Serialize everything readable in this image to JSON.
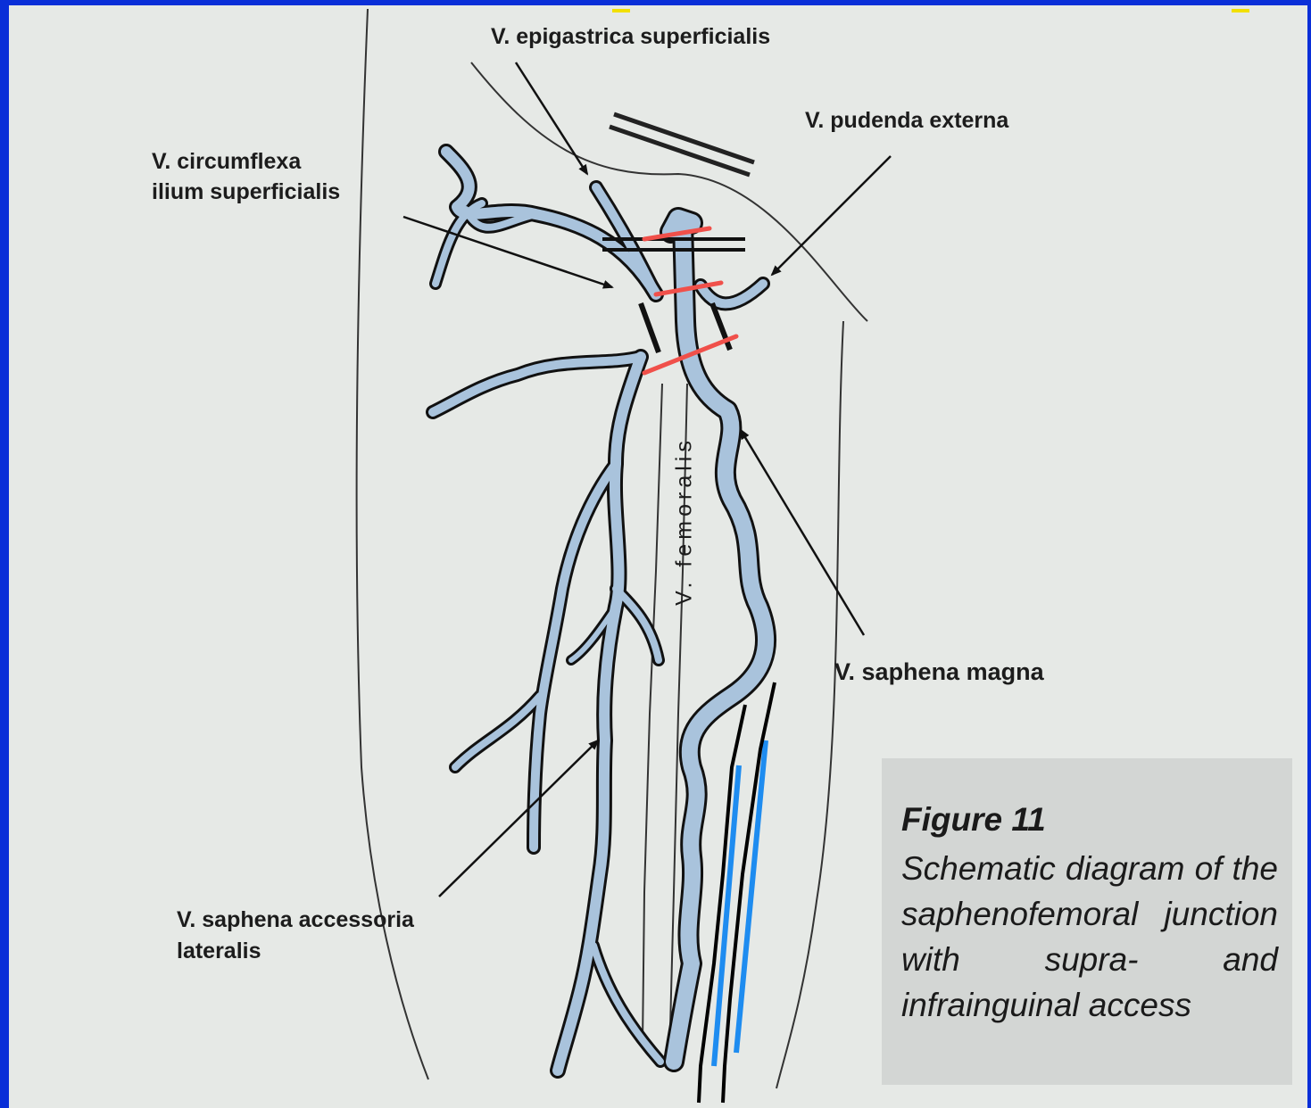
{
  "labels": {
    "epigastrica": "V. epigastrica superficialis",
    "pudenda": "V. pudenda externa",
    "circumflexa_line1": "V. circumflexa",
    "circumflexa_line2": "ilium superficialis",
    "saphena_magna": "V. saphena magna",
    "accessoria_line1": "V. saphena accessoria",
    "accessoria_line2": "lateralis",
    "femoralis": "V. femoralis"
  },
  "caption": {
    "title": "Figure 11",
    "text": "Schematic diagram of the saphenofemoral junction with supra- and infrainguinal access"
  },
  "colors": {
    "frame": "#0a2fd8",
    "paper": "#e6e9e6",
    "vein_fill": "#a9c3dc",
    "ink": "#111111",
    "ligation_marks": "#f0504a",
    "access_line": "#1e8cf0",
    "top_accent": "#f2e000"
  }
}
